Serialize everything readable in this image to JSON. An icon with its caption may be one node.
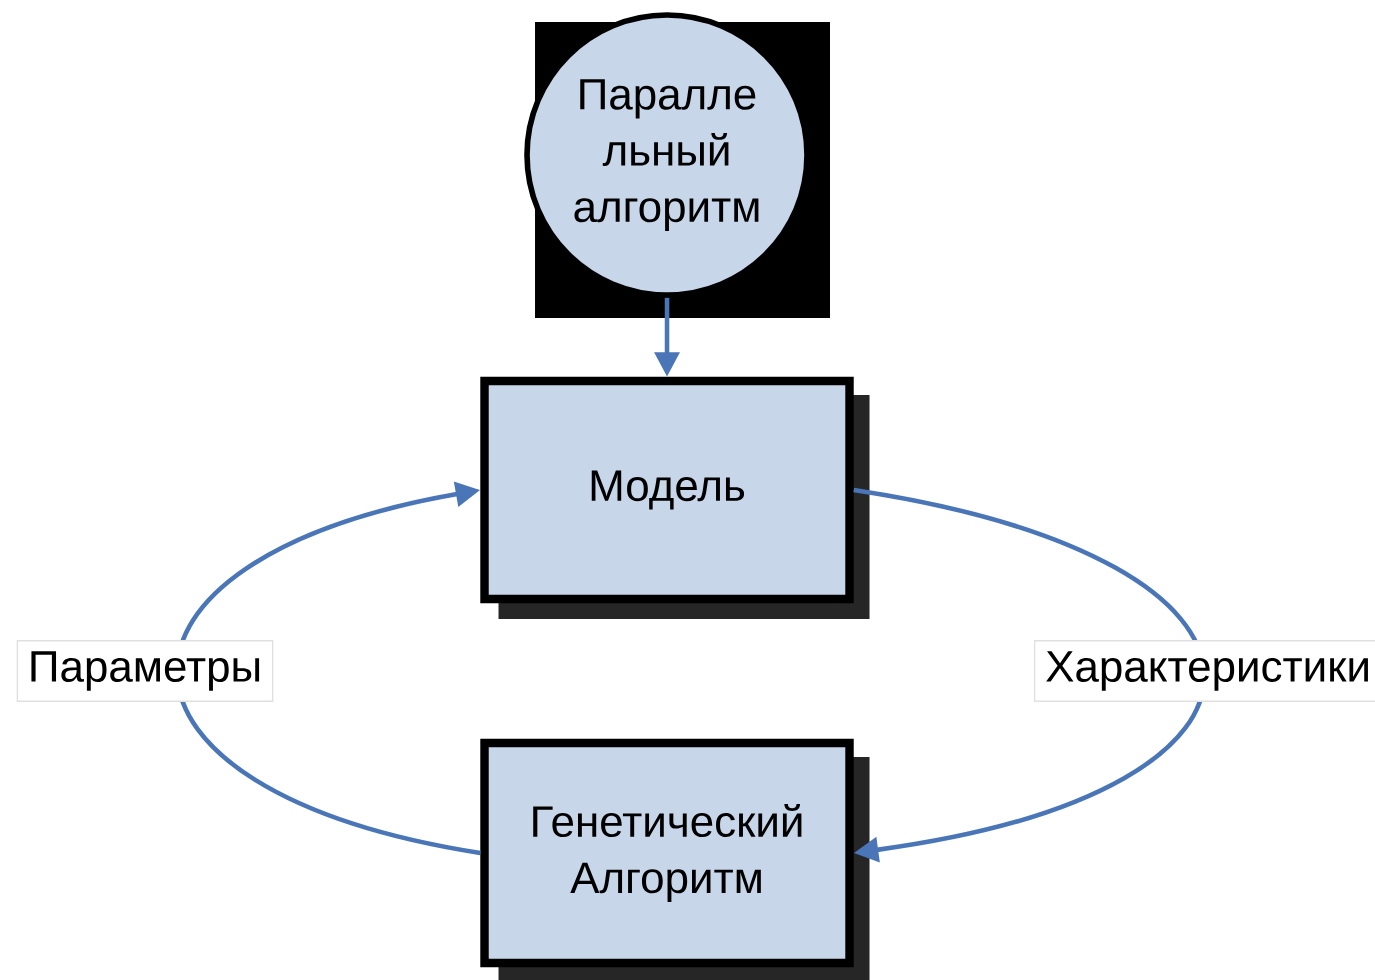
{
  "diagram": {
    "nodes": [
      {
        "text": [
          "Паралле льный алгоритм"
        ]
      },
      {
        "text": [
          "Модель"
        ]
      },
      {
        "text": [
          "Генетический Алгоритм"
        ]
      }
    ],
    "edges": [
      {
        "from": 0,
        "to": 1,
        "arrow": "to"
      },
      {
        "from": 2,
        "to": 1,
        "arrow": "to",
        "label": "Параметры"
      },
      {
        "from": 1,
        "to": 2,
        "arrow": "to",
        "label": "Характеристики"
      }
    ]
  }
}
